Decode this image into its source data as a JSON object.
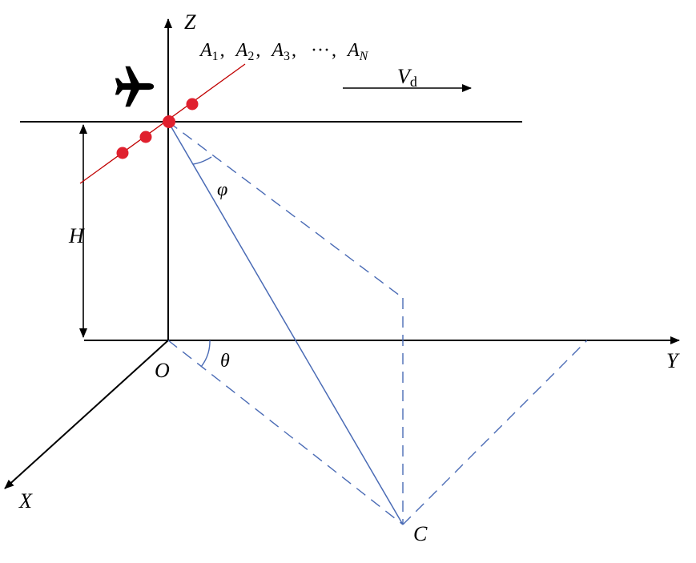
{
  "labels": {
    "z_axis": "Z",
    "y_axis": "Y",
    "x_axis": "X",
    "origin": "O",
    "height": "H",
    "point_c": "C",
    "theta": "θ",
    "phi": "φ",
    "velocity": "V",
    "velocity_sub": "d",
    "array": {
      "a": "A",
      "sep": ",",
      "ellipsis": "···",
      "sub_1": "1",
      "sub_2": "2",
      "sub_3": "3",
      "sub_n": "N"
    }
  },
  "icons": {
    "aircraft": "airplane-icon"
  },
  "colors": {
    "axis": "#000000",
    "array_line": "#c00000",
    "array_element": "#e0202e",
    "geometry_line": "#4a6bb5"
  }
}
